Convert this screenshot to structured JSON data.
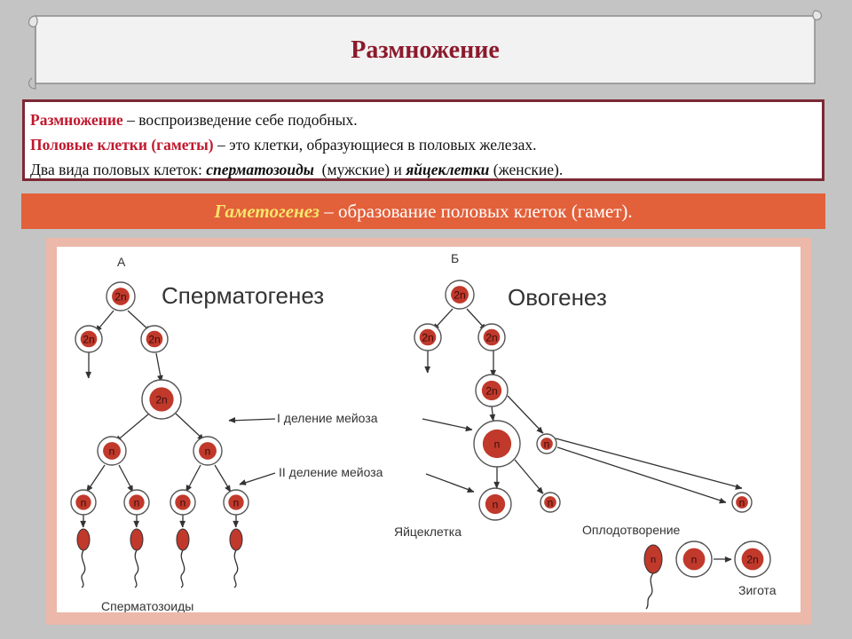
{
  "title": "Размножение",
  "definitions": {
    "line1": {
      "term": "Размножение",
      "rest": " – воспроизведение себе подобных."
    },
    "line2": {
      "term": "Половые клетки (гаметы)",
      "rest": " – это клетки, образующиеся в половых железах."
    },
    "line3": {
      "prefix": "Два вида половых клеток: ",
      "sperm": "сперматозоиды",
      "middle": "  (мужские) и ",
      "egg": "яйцеклетки",
      "suffix": " (женские)."
    }
  },
  "banner": {
    "term": "Гаметогенез ",
    "rest": " – образование половых клеток (гамет)."
  },
  "diagram": {
    "label_a": "А",
    "label_b": "Б",
    "spermatogenesis": "Сперматогенез",
    "oogenesis": "Овогенез",
    "meiosis_1": "I деление мейоза",
    "meiosis_2": "II деление мейоза",
    "sperm_cells": "Сперматозоиды",
    "egg_cell": "Яйцеклетка",
    "fertilization": "Оплодотворение",
    "zygote": "Зигота",
    "diploid": "2n",
    "haploid": "n"
  },
  "colors": {
    "title": "#8b1a2c",
    "term": "#c0182e",
    "banner": "#e2603a",
    "banner_term": "#f7e66b",
    "nucleus": "#c0392b",
    "panel": "#ebb8a9"
  }
}
